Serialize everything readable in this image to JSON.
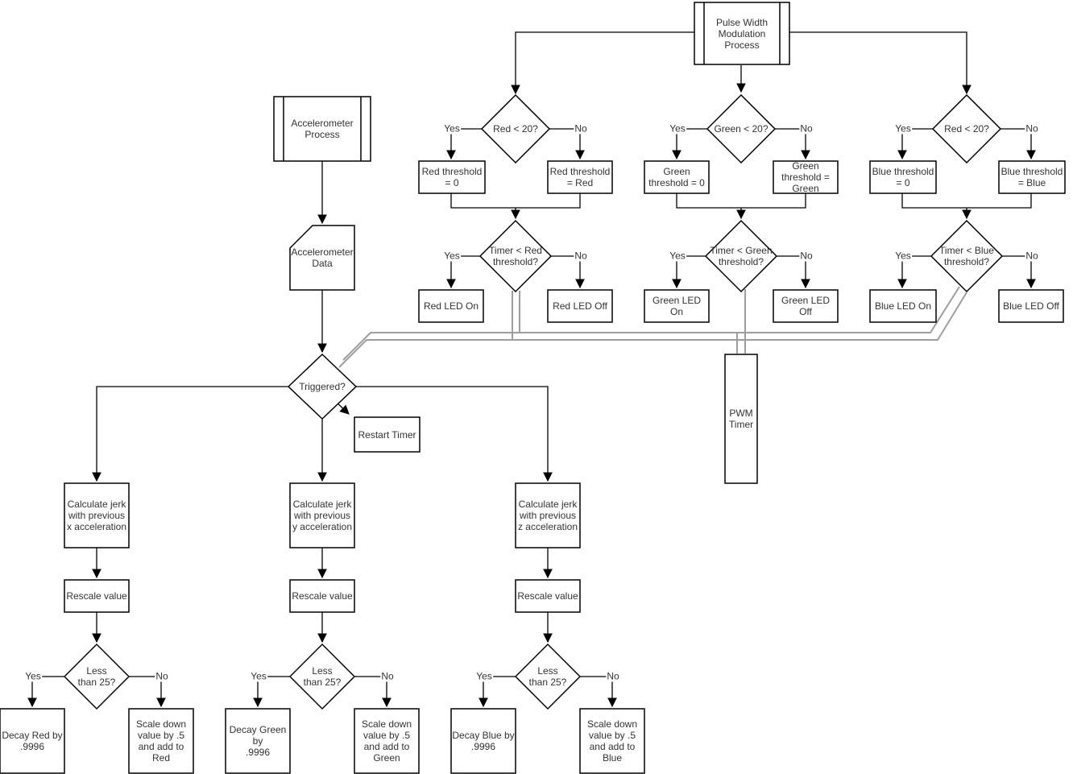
{
  "diagram": {
    "colors": {
      "line": "#000000",
      "bus_line": "#9e9e9e",
      "shape_fill": "#ffffff",
      "shape_border": "#000000",
      "text": "#333333",
      "background": "#ffffff"
    },
    "nodes": {
      "pwm_process": "Pulse Width\nModulation\nProcess",
      "accelerometer_process": "Accelerometer\nProcess",
      "accelerometer_data": "Accelerometer\nData",
      "red_lt_20": "Red < 20?",
      "green_lt_20": "Green < 20?",
      "blue_red_lt_20": "Red < 20?",
      "red_threshold_0": "Red threshold\n= 0",
      "red_threshold_red": "Red threshold\n= Red",
      "green_threshold_0": "Green\nthreshold = 0",
      "green_threshold_green": "Green\nthreshold =\nGreen",
      "blue_threshold_0": "Blue threshold\n= 0",
      "blue_threshold_blue": "Blue threshold\n= Blue",
      "timer_red": "Timer < Red\nthreshold?",
      "timer_green": "Timer < Green\nthreshold?",
      "timer_blue": "Timer < Blue\nthreshold?",
      "red_led_on": "Red LED On",
      "red_led_off": "Red LED Off",
      "green_led_on": "Green LED\nOn",
      "green_led_off": "Green LED\nOff",
      "blue_led_on": "Blue LED On",
      "blue_led_off": "Blue LED Off",
      "pwm_timer": "PWM\nTimer",
      "triggered": "Triggered?",
      "restart_timer": "Restart Timer",
      "calc_jerk_x": "Calculate jerk\nwith previous\nx acceleration",
      "calc_jerk_y": "Calculate jerk\nwith previous\ny acceleration",
      "calc_jerk_z": "Calculate jerk\nwith previous\nz acceleration",
      "rescale_x": "Rescale value",
      "rescale_y": "Rescale value",
      "rescale_z": "Rescale value",
      "less_25_x": "Less\nthan 25?",
      "less_25_y": "Less\nthan 25?",
      "less_25_z": "Less\nthan 25?",
      "decay_red": "Decay Red by\n.9996",
      "scale_red": "Scale down\nvalue by .5\nand add to\nRed",
      "decay_green": "Decay Green\nby\n.9996",
      "scale_green": "Scale down\nvalue by .5\nand add to\nGreen",
      "decay_blue": "Decay Blue by\n.9996",
      "scale_blue": "Scale down\nvalue by .5\nand add to\nBlue"
    },
    "edge_labels": {
      "r1c1_yes": "Yes",
      "r1c1_no": "No",
      "r1c2_yes": "Yes",
      "r1c2_no": "No",
      "r1c3_yes": "Yes",
      "r1c3_no": "No",
      "r2c1_yes": "Yes",
      "r2c1_no": "No",
      "r2c2_yes": "Yes",
      "r2c2_no": "No",
      "r2c3_yes": "Yes",
      "r2c3_no": "No",
      "bc1_yes": "Yes",
      "bc1_no": "No",
      "bc2_yes": "Yes",
      "bc2_no": "No",
      "bc3_yes": "Yes",
      "bc3_no": "No"
    }
  }
}
